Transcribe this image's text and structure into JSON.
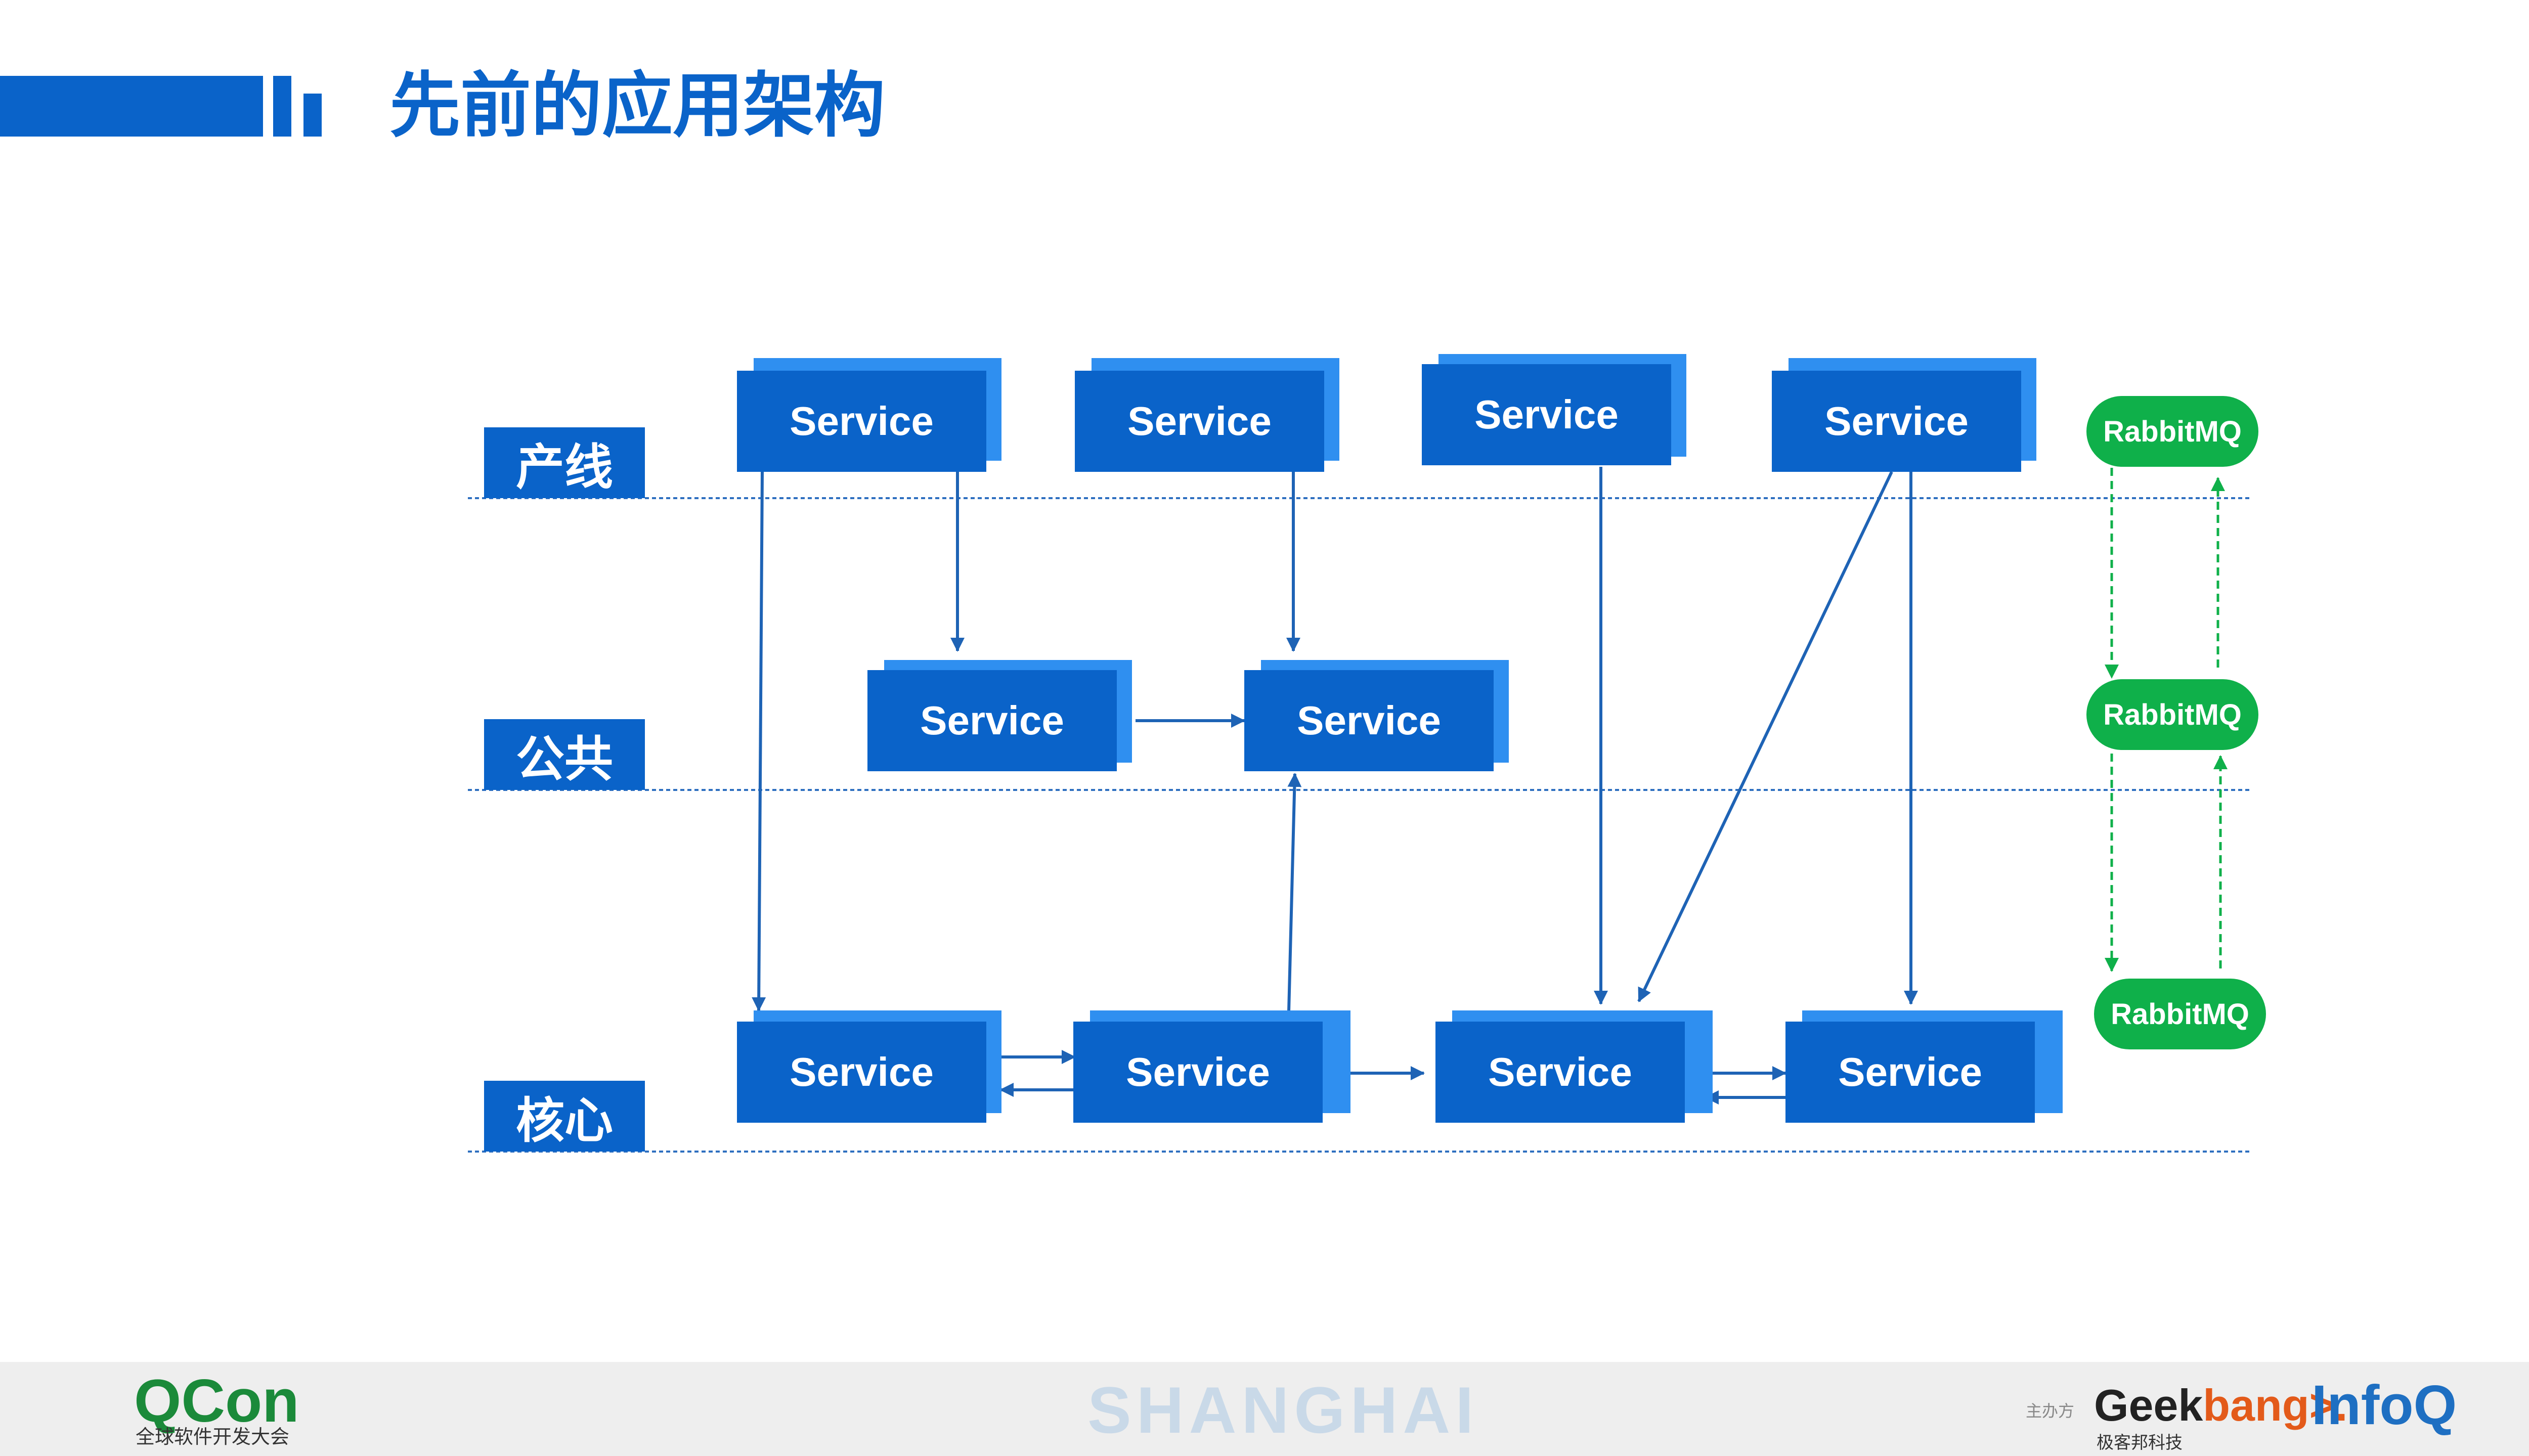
{
  "title": "先前的应用架构",
  "layers": [
    {
      "label": "产线"
    },
    {
      "label": "公共"
    },
    {
      "label": "核心"
    }
  ],
  "services": [
    {
      "label": "Service"
    },
    {
      "label": "Service"
    },
    {
      "label": "Service"
    },
    {
      "label": "Service"
    },
    {
      "label": "Service"
    },
    {
      "label": "Service"
    },
    {
      "label": "Service"
    },
    {
      "label": "Service"
    },
    {
      "label": "Service"
    },
    {
      "label": "Service"
    }
  ],
  "queues": [
    {
      "label": "RabbitMQ"
    },
    {
      "label": "RabbitMQ"
    },
    {
      "label": "RabbitMQ"
    }
  ],
  "footer": {
    "event_logo": "QCon",
    "event_subtitle": "全球软件开发大会",
    "city": "SHANGHAI",
    "sponsor_label": "主办方",
    "sponsor_geek_main": "Geek",
    "sponsor_geek_accent": "bang>.",
    "sponsor_geek_sub": "极客邦科技",
    "sponsor_infoq": "InfoQ"
  },
  "colors": {
    "primary": "#0a63c9",
    "service_shadow": "#2f8ff0",
    "queue_green": "#0fb04a",
    "connector": "#1e63b5"
  }
}
